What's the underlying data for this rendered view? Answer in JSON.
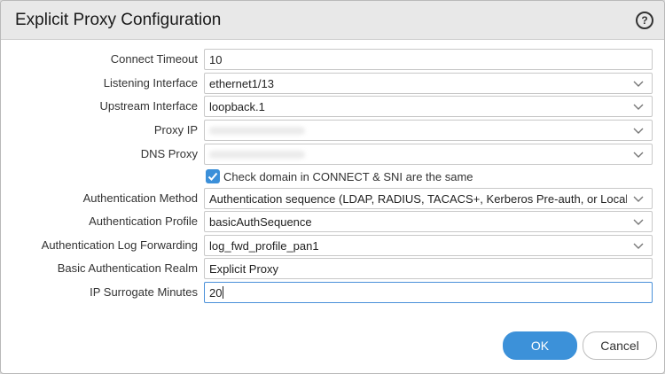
{
  "dialog": {
    "title": "Explicit Proxy Configuration",
    "help_icon": "help-circle-icon",
    "help_glyph": "?"
  },
  "fields": {
    "connect_timeout": {
      "label": "Connect Timeout",
      "value": "10"
    },
    "listening_interface": {
      "label": "Listening Interface",
      "value": "ethernet1/13"
    },
    "upstream_interface": {
      "label": "Upstream Interface",
      "value": "loopback.1"
    },
    "proxy_ip": {
      "label": "Proxy IP",
      "value": ""
    },
    "dns_proxy": {
      "label": "DNS Proxy",
      "value": ""
    },
    "check_domain": {
      "label": "Check domain in CONNECT & SNI are the same",
      "checked": true
    },
    "auth_method": {
      "label": "Authentication Method",
      "value": "Authentication sequence (LDAP, RADIUS, TACACS+, Kerberos Pre-auth, or Local database)"
    },
    "auth_profile": {
      "label": "Authentication Profile",
      "value": "basicAuthSequence"
    },
    "auth_log_forwarding": {
      "label": "Authentication Log Forwarding",
      "value": "log_fwd_profile_pan1"
    },
    "basic_auth_realm": {
      "label": "Basic Authentication Realm",
      "value": "Explicit Proxy"
    },
    "ip_surrogate_minutes": {
      "label": "IP Surrogate Minutes",
      "value": "20"
    }
  },
  "buttons": {
    "ok": "OK",
    "cancel": "Cancel"
  },
  "colors": {
    "accent": "#3c91d9",
    "titlebar": "#e8e8e8"
  }
}
